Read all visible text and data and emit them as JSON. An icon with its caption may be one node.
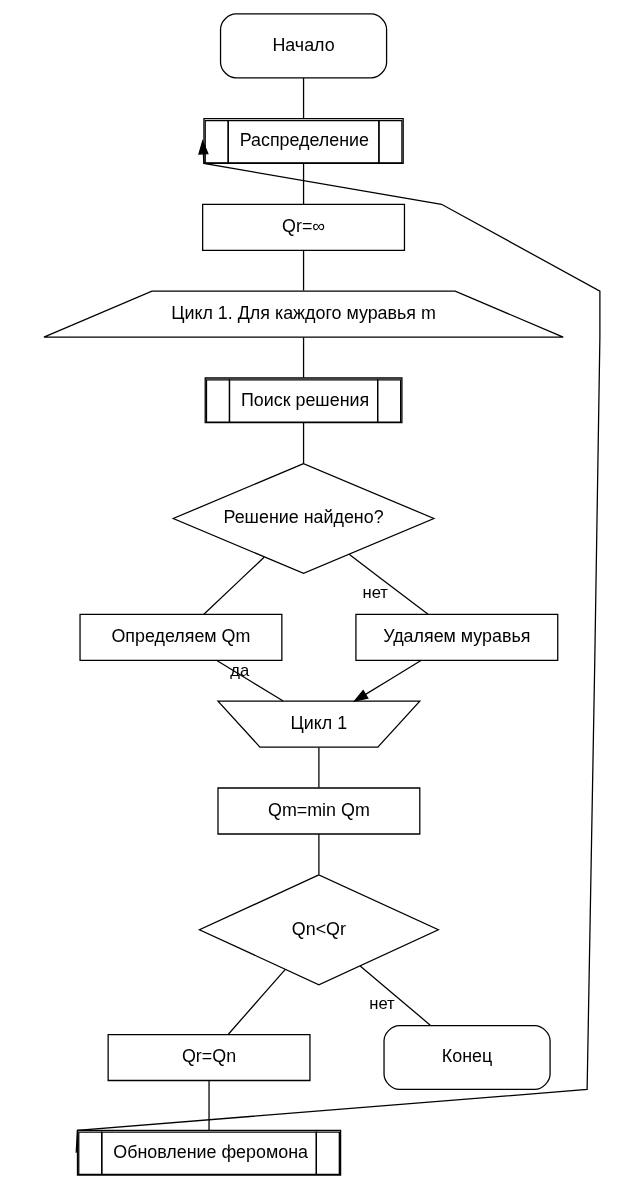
{
  "diagram": {
    "nodes": [
      {
        "text": [
          "Начало"
        ]
      },
      {
        "text": [
          "Распределение"
        ]
      },
      {
        "text": [
          "Qr=∞"
        ]
      },
      {
        "text": [
          "Цикл 1. Для каждого муравья m"
        ]
      },
      {
        "text": [
          "Поиск решения"
        ]
      },
      {
        "text": [
          "Решение найдено?"
        ]
      },
      {
        "text": [
          "Определяем Qm"
        ]
      },
      {
        "text": [
          "Удаляем муравья"
        ]
      },
      {
        "text": [
          "Цикл 1"
        ]
      },
      {
        "text": [
          "Qm=min Qm"
        ]
      },
      {
        "text": [
          "Qn<Qr"
        ]
      },
      {
        "text": [
          "Qr=Qn"
        ]
      },
      {
        "text": [
          "Обновление феромона"
        ]
      },
      {
        "text": [
          "Конец"
        ]
      }
    ],
    "edges": [
      {
        "from": 0,
        "to": 1,
        "arrow": "none"
      },
      {
        "from": 1,
        "to": 2,
        "arrow": "none"
      },
      {
        "from": 2,
        "to": 3,
        "arrow": "none"
      },
      {
        "from": 3,
        "to": 4,
        "arrow": "none"
      },
      {
        "from": 4,
        "to": 5,
        "arrow": "none"
      },
      {
        "from": 5,
        "to": 6,
        "arrow": "none"
      },
      {
        "from": 5,
        "to": 7,
        "label": "нет",
        "arrow": "none"
      },
      {
        "from": 6,
        "to": 8,
        "label": "да",
        "arrow": "none"
      },
      {
        "from": 7,
        "to": 8,
        "arrow": "to"
      },
      {
        "from": 8,
        "to": 9,
        "arrow": "none"
      },
      {
        "from": 9,
        "to": 10,
        "arrow": "none"
      },
      {
        "from": 10,
        "to": 11,
        "arrow": "none"
      },
      {
        "from": 10,
        "to": 13,
        "label": "нет",
        "arrow": "none"
      },
      {
        "from": 11,
        "to": 12,
        "arrow": "none"
      },
      {
        "from": 12,
        "to": 1,
        "arrow": "to"
      }
    ]
  }
}
